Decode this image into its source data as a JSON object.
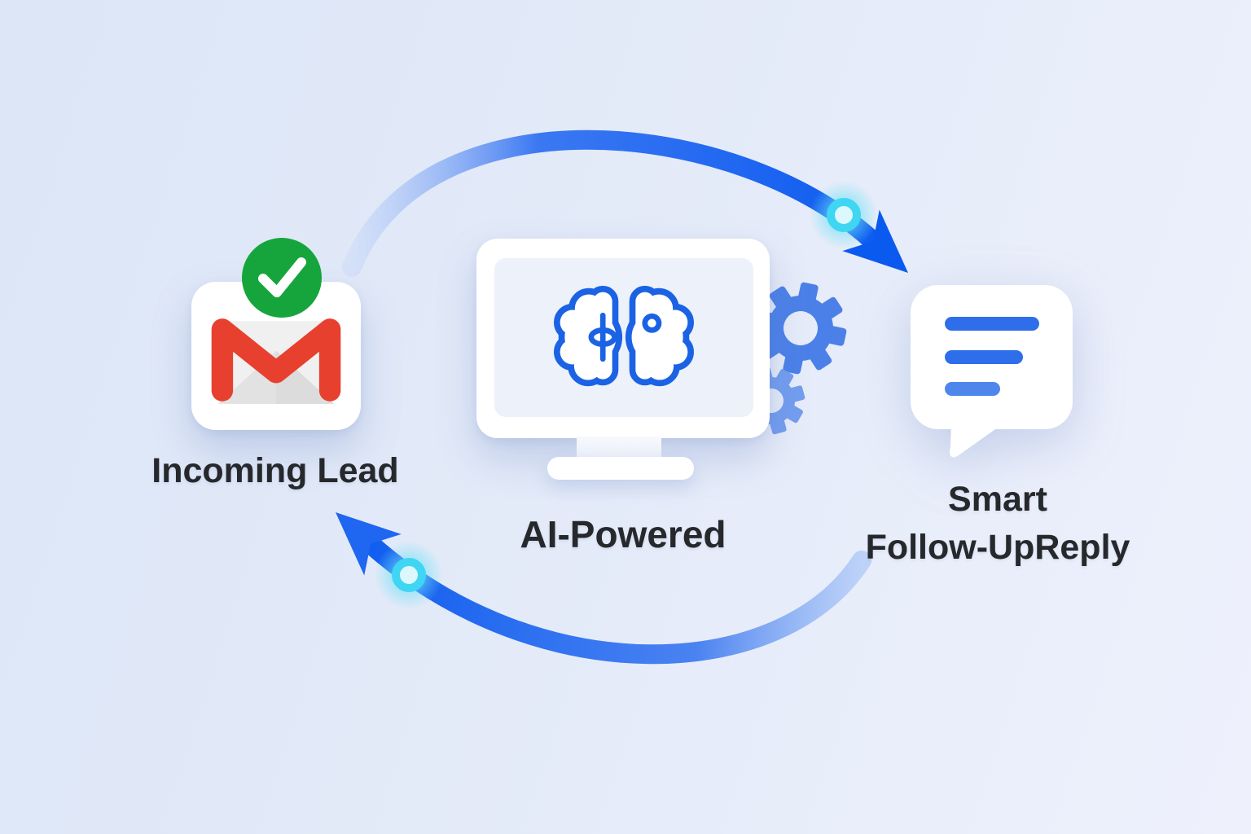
{
  "diagram": {
    "nodes": {
      "lead": {
        "label": "Incoming Lead",
        "icon": "gmail-icon",
        "badge_icon": "check-circle-icon"
      },
      "ai": {
        "label": "AI-Powered",
        "icon": "monitor-brain-icon",
        "side_icon": "gears-icon"
      },
      "reply": {
        "label_line1": "Smart",
        "label_line2": "Follow-UpReply",
        "icon": "chat-bubble-icon"
      }
    },
    "connectors": [
      {
        "name": "top-arc",
        "icon": "curved-arrow-icon",
        "marker": "glow-dot-icon",
        "direction": "left-to-right"
      },
      {
        "name": "bottom-arc",
        "icon": "curved-arrow-icon",
        "marker": "glow-dot-icon",
        "direction": "right-to-left"
      }
    ]
  },
  "colors": {
    "bg_start": "#dce6f7",
    "bg_end": "#eef1fc",
    "text": "#26282c",
    "card": "#ffffff",
    "screen": "#edf1f9",
    "gmail_red": "#e8402f",
    "envelope_gray": "#f0f0f0",
    "envelope_gray_dark": "#e2e2e2",
    "check_green": "#16a53c",
    "brain_blue": "#1b63e4",
    "gear_blue": "#4b80e8",
    "gear_blue_light": "#6d99ee",
    "arrow_blue": "#0b5af0",
    "arrow_blue_mid": "#3b78f2",
    "arrow_tail_light": "#c8d8f8",
    "glow_cyan": "#3fd6f3",
    "glow_core": "#ddf8fd",
    "bar_blue": "#2e6eea",
    "bar_blue_light": "#4e86ec"
  }
}
